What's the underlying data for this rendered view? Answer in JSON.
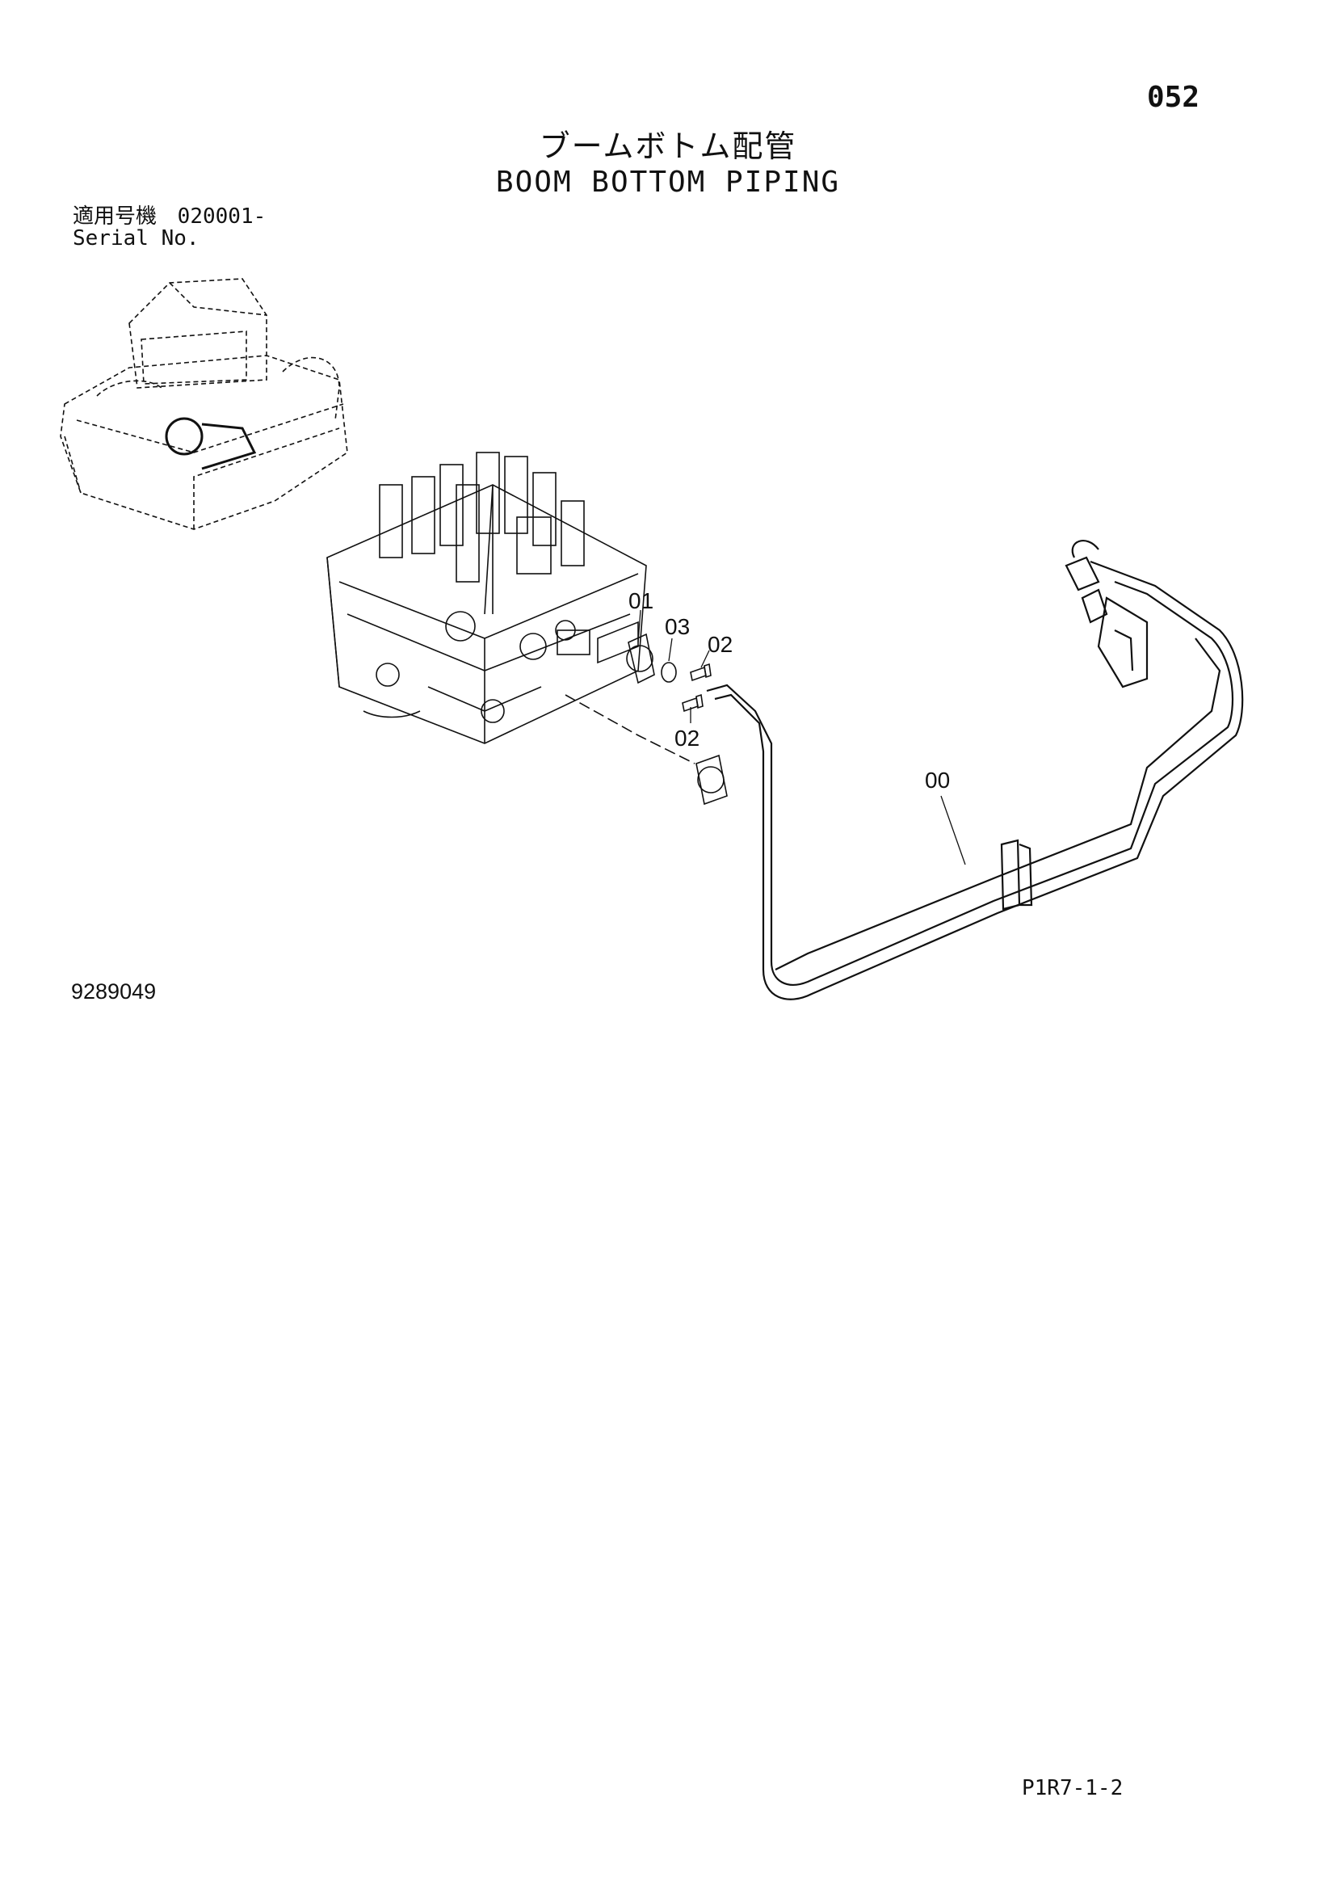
{
  "header": {
    "page_number": "052",
    "title_jp": "ブームボトム配管",
    "title_en": "BOOM BOTTOM PIPING"
  },
  "serial": {
    "label_jp": "適用号機",
    "value": "020001-",
    "label_en": "Serial No."
  },
  "figure": {
    "number": "9289049",
    "callouts": [
      "01",
      "03",
      "02",
      "02",
      "00"
    ]
  },
  "footer": {
    "code": "P1R7-1-2"
  }
}
